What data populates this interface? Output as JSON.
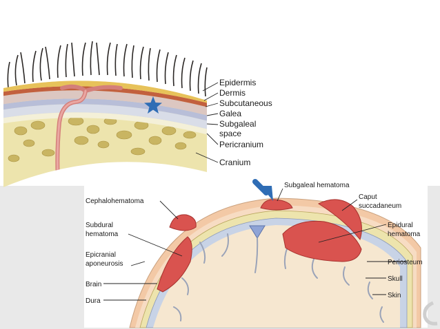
{
  "scalp_diagram": {
    "labels": {
      "epidermis": "Epidermis",
      "dermis": "Dermis",
      "subcutaneous": "Subcutaneous",
      "galea": "Galea",
      "subgaleal_space_line1": "Subgaleal",
      "subgaleal_space_line2": "space",
      "pericranium": "Pericranium",
      "cranium": "Cranium"
    },
    "marker": "star-icon"
  },
  "hematoma_diagram": {
    "labels": {
      "cephalohematoma": "Cephalohematoma",
      "subgaleal_hematoma": "Subgaleal hematoma",
      "caput_line1": "Caput",
      "caput_line2": "succadaneum",
      "subdural_line1": "Subdural",
      "subdural_line2": "hematoma",
      "epidural_line1": "Epidural",
      "epidural_line2": "hematoma",
      "epicranial_line1": "Epicranial",
      "epicranial_line2": "aponeurosis",
      "periosteum": "Periosteum",
      "brain": "Brain",
      "skull": "Skull",
      "dura": "Dura",
      "skin": "Skin"
    },
    "marker": "arrow-down-icon"
  },
  "colors": {
    "hematoma_red": "#d9534f",
    "skin_tone": "#f3c9a6",
    "brain_tone": "#f6e7d0",
    "bone_yellow": "#ede4ad",
    "marker_blue": "#2f6db5"
  }
}
